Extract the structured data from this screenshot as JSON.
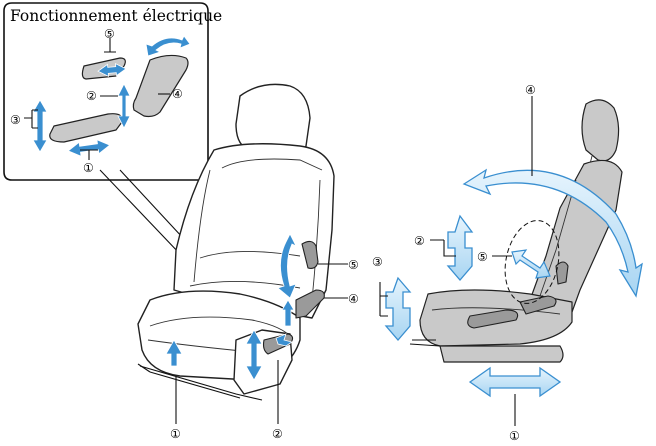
{
  "title": "Fonctionnement électrique",
  "callouts": {
    "inset": [
      "⑤",
      "②",
      "④",
      "③",
      "①"
    ],
    "front": [
      "⑤",
      "④",
      "①",
      "②"
    ],
    "side": [
      "④",
      "②",
      "⑤",
      "③",
      "①"
    ]
  },
  "colors": {
    "arrow_fill": "#3a8fd0",
    "arrow_light": "#bfe0f7",
    "arrow_outline": "#ffffff",
    "seat_grey": "#c9c9c9",
    "line": "#111111"
  },
  "icons": [
    "double-arrow-icon",
    "circular-arrow-icon",
    "curved-arrow-icon"
  ]
}
